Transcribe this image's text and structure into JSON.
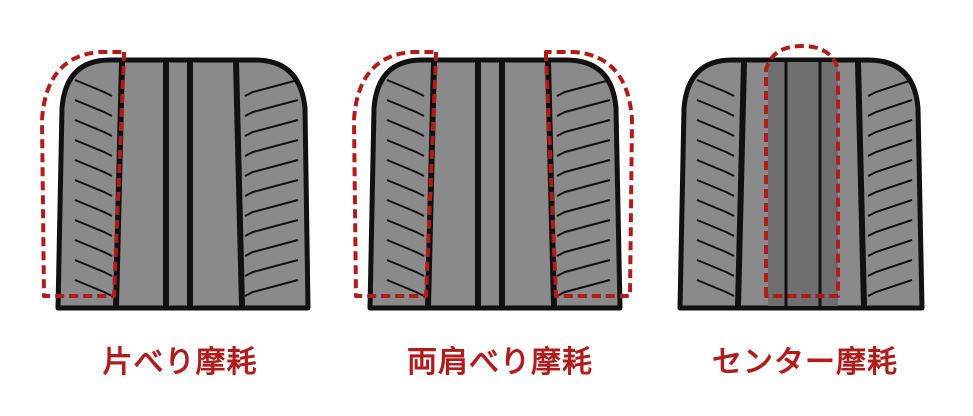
{
  "colors": {
    "tire_fill": "#8a8a8a",
    "tire_outline": "#111111",
    "groove": "#111111",
    "center_worn": "#6f6f6f",
    "marker": "#b01c1c",
    "caption": "#b01c1c"
  },
  "tires": [
    {
      "label": "片べり摩耗",
      "wear_pattern": "one-side"
    },
    {
      "label": "両肩べり摩耗",
      "wear_pattern": "both-shoulders"
    },
    {
      "label": "センター摩耗",
      "wear_pattern": "center"
    }
  ]
}
